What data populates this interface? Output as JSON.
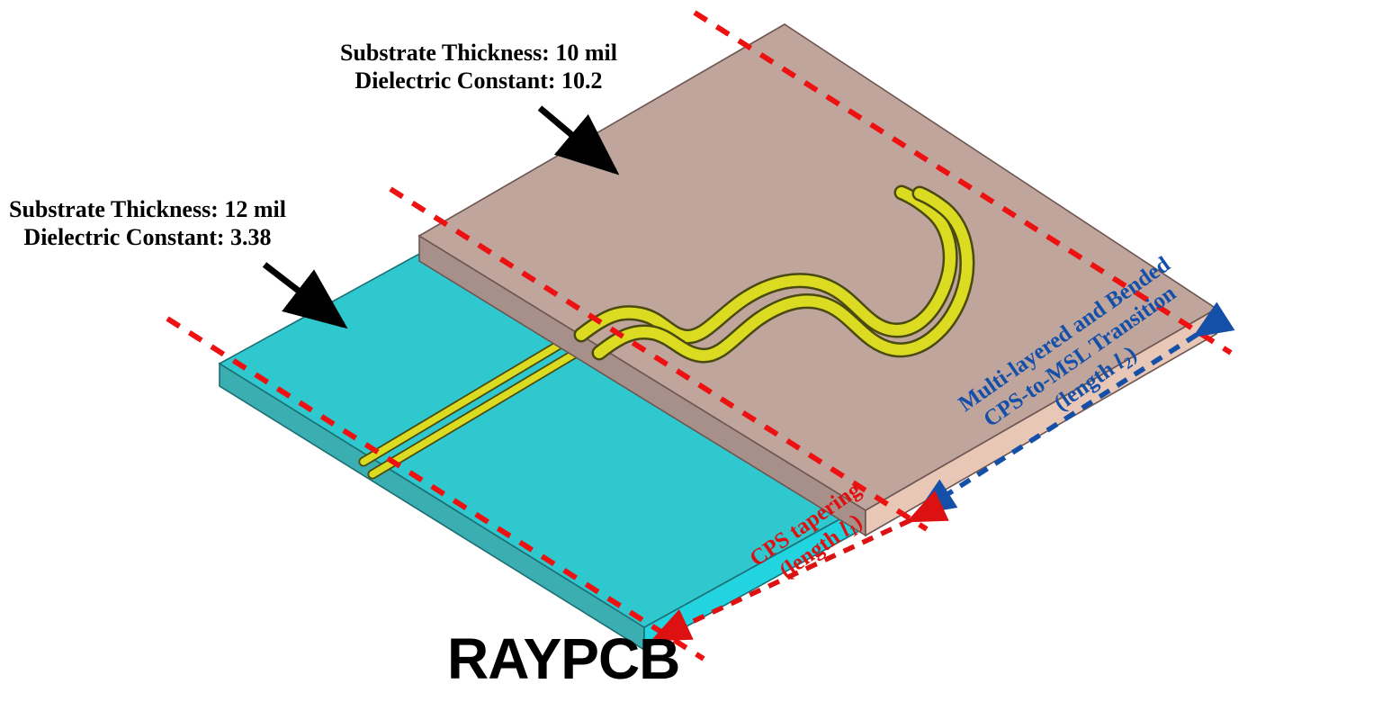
{
  "figure": {
    "kind": "3d-pcb-transition-diagram",
    "background": "#ffffff"
  },
  "annotations": {
    "top": {
      "line1": "Substrate Thickness: 10 mil",
      "line2": "Dielectric Constant: 10.2",
      "arrow": "black-arrow-to-top-board"
    },
    "left": {
      "line1": "Substrate Thickness: 12 mil",
      "line2": "Dielectric Constant: 3.38",
      "arrow": "black-arrow-to-bottom-board"
    }
  },
  "dimension_labels": {
    "transition": {
      "line1": "Multi-layered and Bended",
      "line2": "CPS-to-MSL Transition",
      "line3_prefix": "(length ",
      "line3_symbol": "l",
      "line3_subscript": "2",
      "line3_suffix": ")",
      "color": "#1550a8"
    },
    "tapering": {
      "line1": "CPS tapering",
      "line2_prefix": "(length ",
      "line2_symbol": "l",
      "line2_subscript": "1",
      "line2_suffix": ")",
      "color": "#dd1111"
    }
  },
  "watermark": {
    "text": "RAYPCB",
    "color": "#000000"
  },
  "colors": {
    "top_board_face": "#c0a59d",
    "top_board_edge_front": "#e8c7b6",
    "top_board_edge_left": "#a8908a",
    "bottom_board_face": "#2fc8cf",
    "bottom_board_edge_front": "#22d3e0",
    "bottom_board_edge_left": "#3aaeb0",
    "trace": "#dbdb22",
    "trace_outline": "#4a4a10",
    "reference_line": "#ee1111",
    "transition_arrow": "#1550a8",
    "taper_arrow": "#dd1111",
    "pointer_arrow": "#000000"
  },
  "parts": {
    "top_board": "rogers-10mil-substrate",
    "bottom_board": "rogers-12mil-substrate",
    "meander_trace": "bended-cps-to-msl-meander",
    "cps_trace": "coplanar-stripline-pair"
  }
}
